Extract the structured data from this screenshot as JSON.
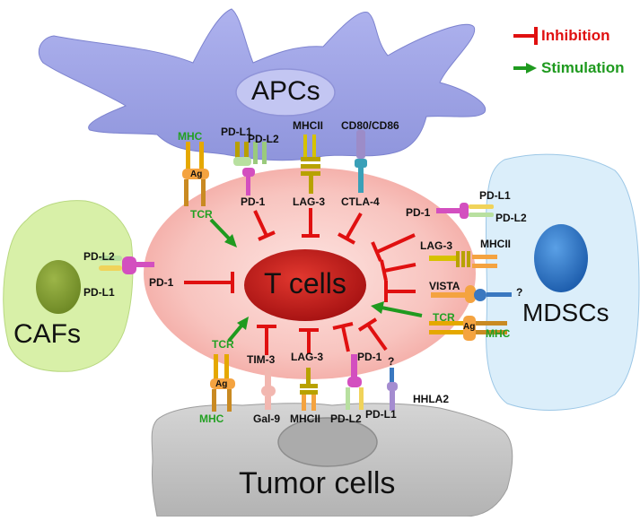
{
  "legend": {
    "inhibition": "Inhibition",
    "stimulation": "Stimulation",
    "inhibition_color": "#e01010",
    "stimulation_color": "#1f9a1f"
  },
  "cells": {
    "center": "T cells",
    "apcs": "APCs",
    "cafs": "CAFs",
    "mdscs": "MDSCs",
    "tumor": "Tumor cells"
  },
  "apc_molecules": {
    "mhc": "MHC",
    "ag": "Ag",
    "tcr": "TCR",
    "pdl1": "PD-L1",
    "pdl2": "PD-L2",
    "pd1": "PD-1",
    "mhcii": "MHCII",
    "lag3": "LAG-3",
    "cd80_cd86": "CD80/CD86",
    "ctla4": "CTLA-4"
  },
  "caf_molecules": {
    "pdl2": "PD-L2",
    "pdl1": "PD-L1",
    "pd1": "PD-1"
  },
  "mdsc_molecules": {
    "pd1": "PD-1",
    "pdl1": "PD-L1",
    "pdl2": "PD-L2",
    "lag3": "LAG-3",
    "mhcii": "MHCII",
    "vista": "VISTA",
    "unknown": "?",
    "tcr": "TCR",
    "ag": "Ag",
    "mhc": "MHC"
  },
  "tumor_molecules": {
    "tcr": "TCR",
    "ag": "Ag",
    "mhc": "MHC",
    "tim3": "TIM-3",
    "gal9": "Gal-9",
    "lag3": "LAG-3",
    "mhcii": "MHCII",
    "pd1": "PD-1",
    "pdl2": "PD-L2",
    "pdl1": "PD-L1",
    "unknown": "?",
    "hhla2": "HHLA2"
  },
  "colors": {
    "apc_fill": "#9ea3e6",
    "apc_nucleus": "#bfc3f0",
    "caf_fill": "#d6f0a6",
    "caf_nucleus": "#8aa33c",
    "mdsc_fill": "#d9ecf8",
    "mdsc_nucleus": "#2f74c4",
    "tumor_fill": "#c6c6c6",
    "tumor_nucleus": "#a9a9a9",
    "halo_fill": "#f7b7b2",
    "tcell_fill": "#d01f1f"
  }
}
